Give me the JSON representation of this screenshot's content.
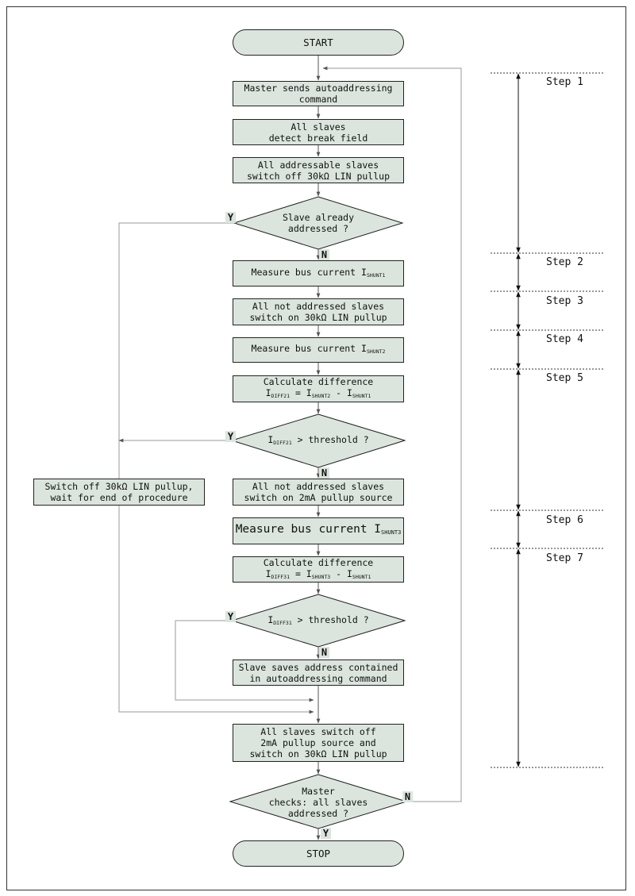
{
  "flow": {
    "start": "START",
    "stop": "STOP",
    "master_sends": [
      "Master sends autoaddressing",
      "command"
    ],
    "slaves_detect": [
      "All slaves",
      "detect break field"
    ],
    "switch_off_30k": [
      "All addressable slaves",
      "switch off 30kΩ LIN pullup"
    ],
    "already_addressed": [
      "Slave already",
      "addressed ?"
    ],
    "measure1": {
      "text": "Measure bus current I",
      "sub": "SHUNT1"
    },
    "switch_on_30k": [
      "All not addressed slaves",
      "switch on 30kΩ LIN pullup"
    ],
    "measure2": {
      "text": "Measure bus current I",
      "sub": "SHUNT2"
    },
    "calc1": {
      "line1": "Calculate difference",
      "i": "I",
      "sub_a": "DIFF21",
      "eq": " = I",
      "sub_b": "SHUNT2",
      "minus": " - I",
      "sub_c": "SHUNT1"
    },
    "decision1": {
      "i": "I",
      "sub": "DIFF21",
      "text": " > threshold ?"
    },
    "switch_on_2ma": [
      "All not addressed slaves",
      "switch on 2mA pullup source"
    ],
    "switch_off_wait": [
      "Switch off 30kΩ LIN pullup,",
      "wait for end of procedure"
    ],
    "measure3": {
      "text": "Measure bus current I",
      "sub": "SHUNT3"
    },
    "calc2": {
      "line1": "Calculate difference",
      "i": "I",
      "sub_a": "DIFF31",
      "eq": " = I",
      "sub_b": "SHUNT3",
      "minus": " - I",
      "sub_c": "SHUNT1"
    },
    "decision2": {
      "i": "I",
      "sub": "DIFF31",
      "text": " > threshold ?"
    },
    "saves_address": [
      "Slave saves address contained",
      "in autoaddressing command"
    ],
    "all_switch_off": [
      "All slaves switch off",
      "2mA pullup source and",
      "switch on 30kΩ LIN pullup"
    ],
    "master_checks": [
      "Master",
      "checks: all slaves",
      "addressed ?"
    ]
  },
  "labels": {
    "yes": "Y",
    "no": "N"
  },
  "steps": [
    "Step 1",
    "Step 2",
    "Step 3",
    "Step 4",
    "Step 5",
    "Step 6",
    "Step 7"
  ],
  "colors": {
    "box_fill": "#dbe5dd",
    "line": "#222222",
    "grey_line": "#9a9a9a"
  }
}
